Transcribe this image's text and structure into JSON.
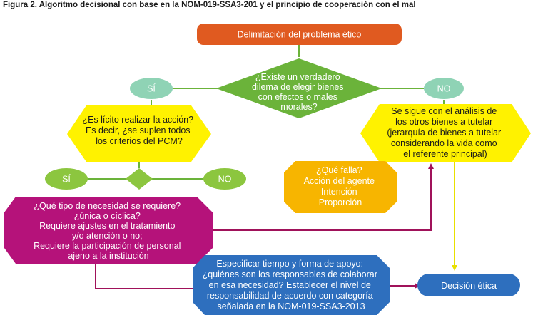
{
  "title": "Figura 2. Algoritmo decisional con base en la NOM-019-SSA3-201 y el principio de cooperación con el mal",
  "colors": {
    "orange_red": "#e05a20",
    "green": "#6bb33a",
    "light_green": "#8cc63f",
    "mint": "#8fd3b5",
    "yellow": "#fff200",
    "gold": "#f7b500",
    "magenta": "#b5127a",
    "blue": "#2e6fbe",
    "line_magenta": "#a0125a",
    "line_yellow": "#e8e000"
  },
  "nodes": {
    "start": {
      "text": "Delimitación del problema ético"
    },
    "dilemma": {
      "lines": [
        "¿Existe un verdadero",
        "dilema de elegir bienes",
        "con efectos o males",
        "morales?"
      ]
    },
    "si_1": {
      "text": "SÍ"
    },
    "no_1": {
      "text": "NO"
    },
    "licit": {
      "lines": [
        "¿Es lícito realizar la acción?",
        "Es decir, ¿se suplen todos",
        "los criterios del PCM?"
      ]
    },
    "analysis": {
      "lines": [
        "Se sigue con el análisis de",
        "los otros bienes a tutelar",
        "(jerarquía de bienes a tutelar",
        "considerando la vida como",
        "el referente principal)"
      ]
    },
    "si_2": {
      "text": "SÍ"
    },
    "no_2": {
      "text": "NO"
    },
    "failure": {
      "lines": [
        "¿Qué falla?",
        "Acción del agente",
        "Intención",
        "Proporción"
      ]
    },
    "need": {
      "lines": [
        "¿Qué tipo de necesidad se requiere?",
        "¿única o cíclica?",
        "Requiere ajustes en el tratamiento",
        "y/o atención o no;",
        "Requiere la participación de personal",
        "ajeno a la institución"
      ]
    },
    "support": {
      "lines": [
        "Especificar tiempo y forma de apoyo:",
        "¿quiénes son los responsables de colaborar",
        "en esa necesidad? Establecer el nivel de",
        "responsabilidad de acuerdo con categoría",
        "señalada en la NOM-019-SSA3-2013"
      ]
    },
    "decision": {
      "text": "Decisión ética"
    }
  }
}
